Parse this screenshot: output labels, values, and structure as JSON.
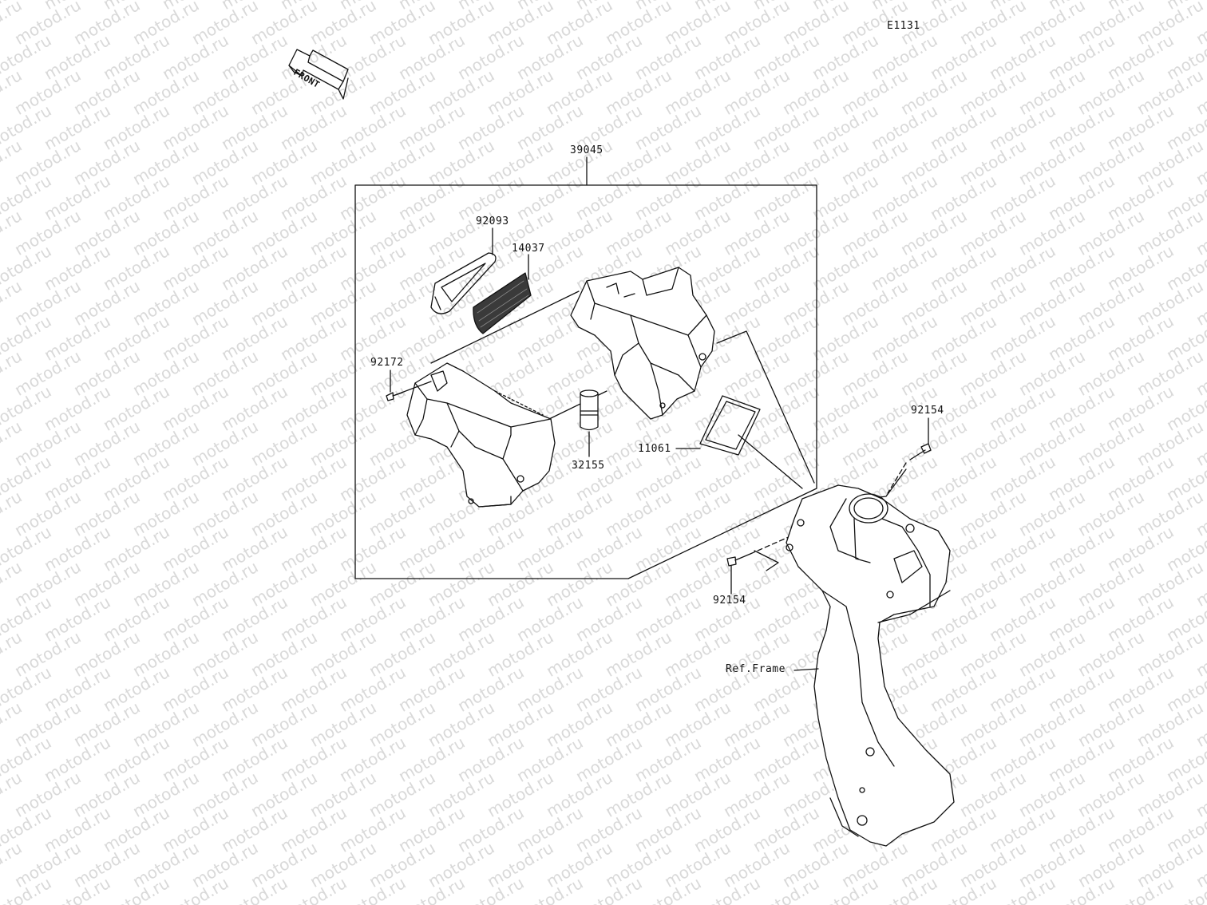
{
  "diagram": {
    "code": "E1131",
    "direction_label": "FRONT",
    "watermark_text": "motod.ru",
    "parts": {
      "air_box_assembly": "39045",
      "element": "92093",
      "screen": "14037",
      "screw_small": "92172",
      "drain_cap": "32155",
      "gasket": "11061",
      "bolt_upper": "92154",
      "bolt_lower": "92154"
    },
    "reference_label": "Ref.Frame"
  }
}
